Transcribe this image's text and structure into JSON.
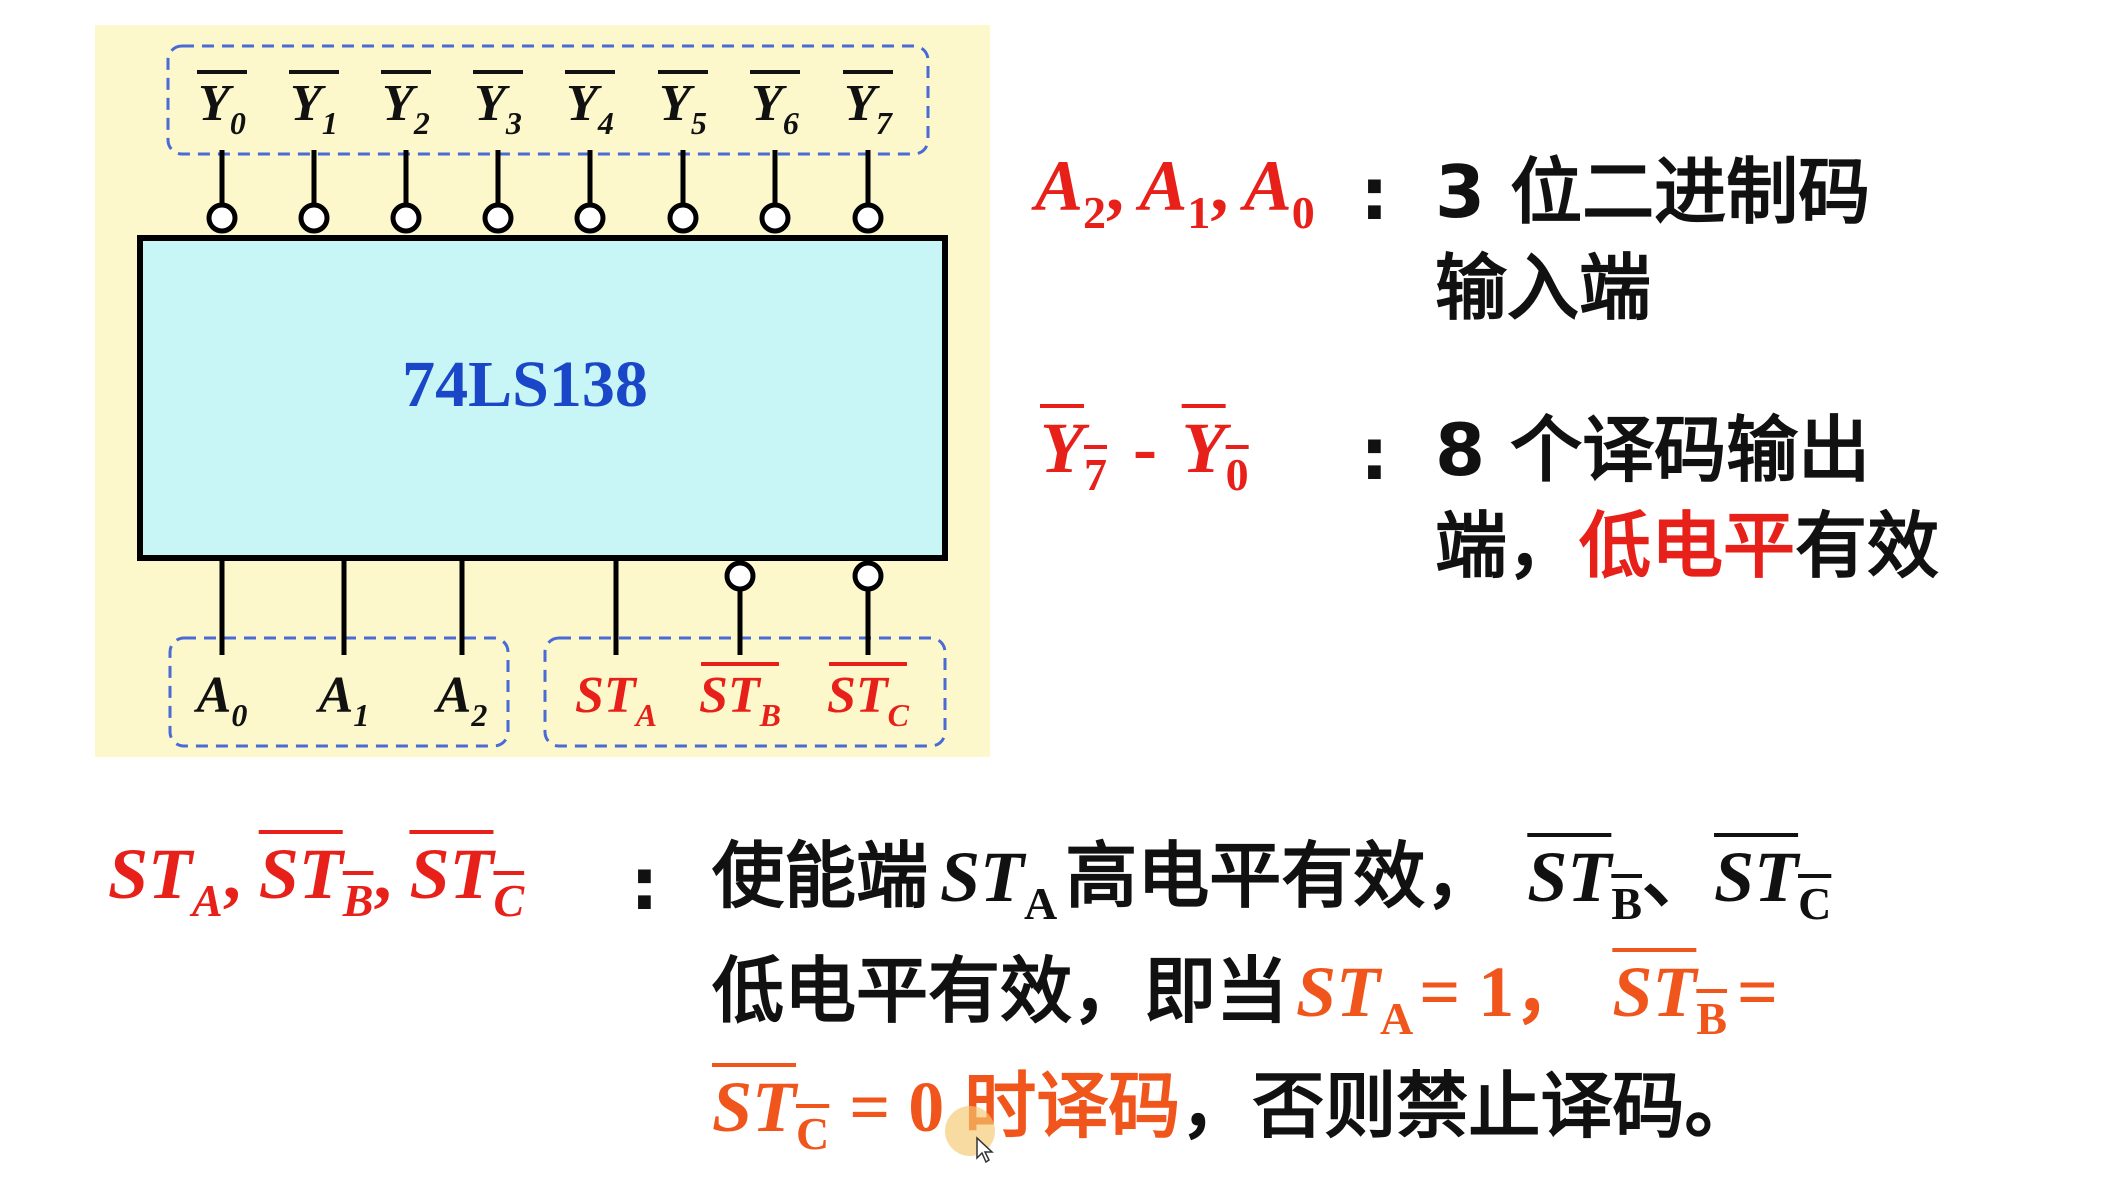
{
  "chip": {
    "name": "74LS138",
    "outputs": [
      {
        "base": "Y",
        "sub": "0"
      },
      {
        "base": "Y",
        "sub": "1"
      },
      {
        "base": "Y",
        "sub": "2"
      },
      {
        "base": "Y",
        "sub": "3"
      },
      {
        "base": "Y",
        "sub": "4"
      },
      {
        "base": "Y",
        "sub": "5"
      },
      {
        "base": "Y",
        "sub": "6"
      },
      {
        "base": "Y",
        "sub": "7"
      }
    ],
    "address_inputs": [
      {
        "base": "A",
        "sub": "0"
      },
      {
        "base": "A",
        "sub": "1"
      },
      {
        "base": "A",
        "sub": "2"
      }
    ],
    "enable_inputs": [
      {
        "base": "ST",
        "sub": "A",
        "overline": false
      },
      {
        "base": "ST",
        "sub": "B",
        "overline": true
      },
      {
        "base": "ST",
        "sub": "C",
        "overline": true
      }
    ]
  },
  "desc_address": {
    "labels": [
      {
        "base": "A",
        "sub": "2"
      },
      {
        "base": "A",
        "sub": "1"
      },
      {
        "base": "A",
        "sub": "0"
      }
    ],
    "sep": ",",
    "colon": ":",
    "line1": "3 位二进制码",
    "line2": "输入端"
  },
  "desc_outputs": {
    "from": {
      "base": "Y",
      "sub": "7"
    },
    "dash": "-",
    "to": {
      "base": "Y",
      "sub": "0"
    },
    "colon": ":",
    "line1": "8 个译码输出",
    "line2_a": "端，",
    "line2_b": "低电平",
    "line2_c": "有效"
  },
  "desc_enable": {
    "labels": [
      {
        "base": "ST",
        "sub": "A",
        "overline": false
      },
      {
        "base": "ST",
        "sub": "B",
        "overline": true
      },
      {
        "base": "ST",
        "sub": "C",
        "overline": true
      }
    ],
    "sep": ",",
    "colon": ":",
    "l1_a": "使能端",
    "l1_st": "ST",
    "l1_st_sub": "A",
    "l1_b": "高电平有效，",
    "l1_st2": "ST",
    "l1_st2_sub": "B",
    "l1_c": "、",
    "l1_st3": "ST",
    "l1_st3_sub": "C",
    "l2_a": "低电平有效，即当",
    "l2_st": "ST",
    "l2_st_sub": "A",
    "l2_eq": "= 1，",
    "l2_st2": "ST",
    "l2_st2_sub": "B",
    "l2_eq2": "=",
    "l3_st": "ST",
    "l3_st_sub": "C",
    "l3_eq": "= 0",
    "l3_a": "时译码",
    "l3_b": "，否则禁止译码。"
  },
  "colors": {
    "panel_bg": "#fcf8cc",
    "chip_fill": "#c8f6f6",
    "chip_text": "#1a46c8",
    "dashed_box": "#4a6ad6",
    "label_red": "#e8201a",
    "highlight_orange": "#f0551c",
    "text_black": "#111111"
  }
}
